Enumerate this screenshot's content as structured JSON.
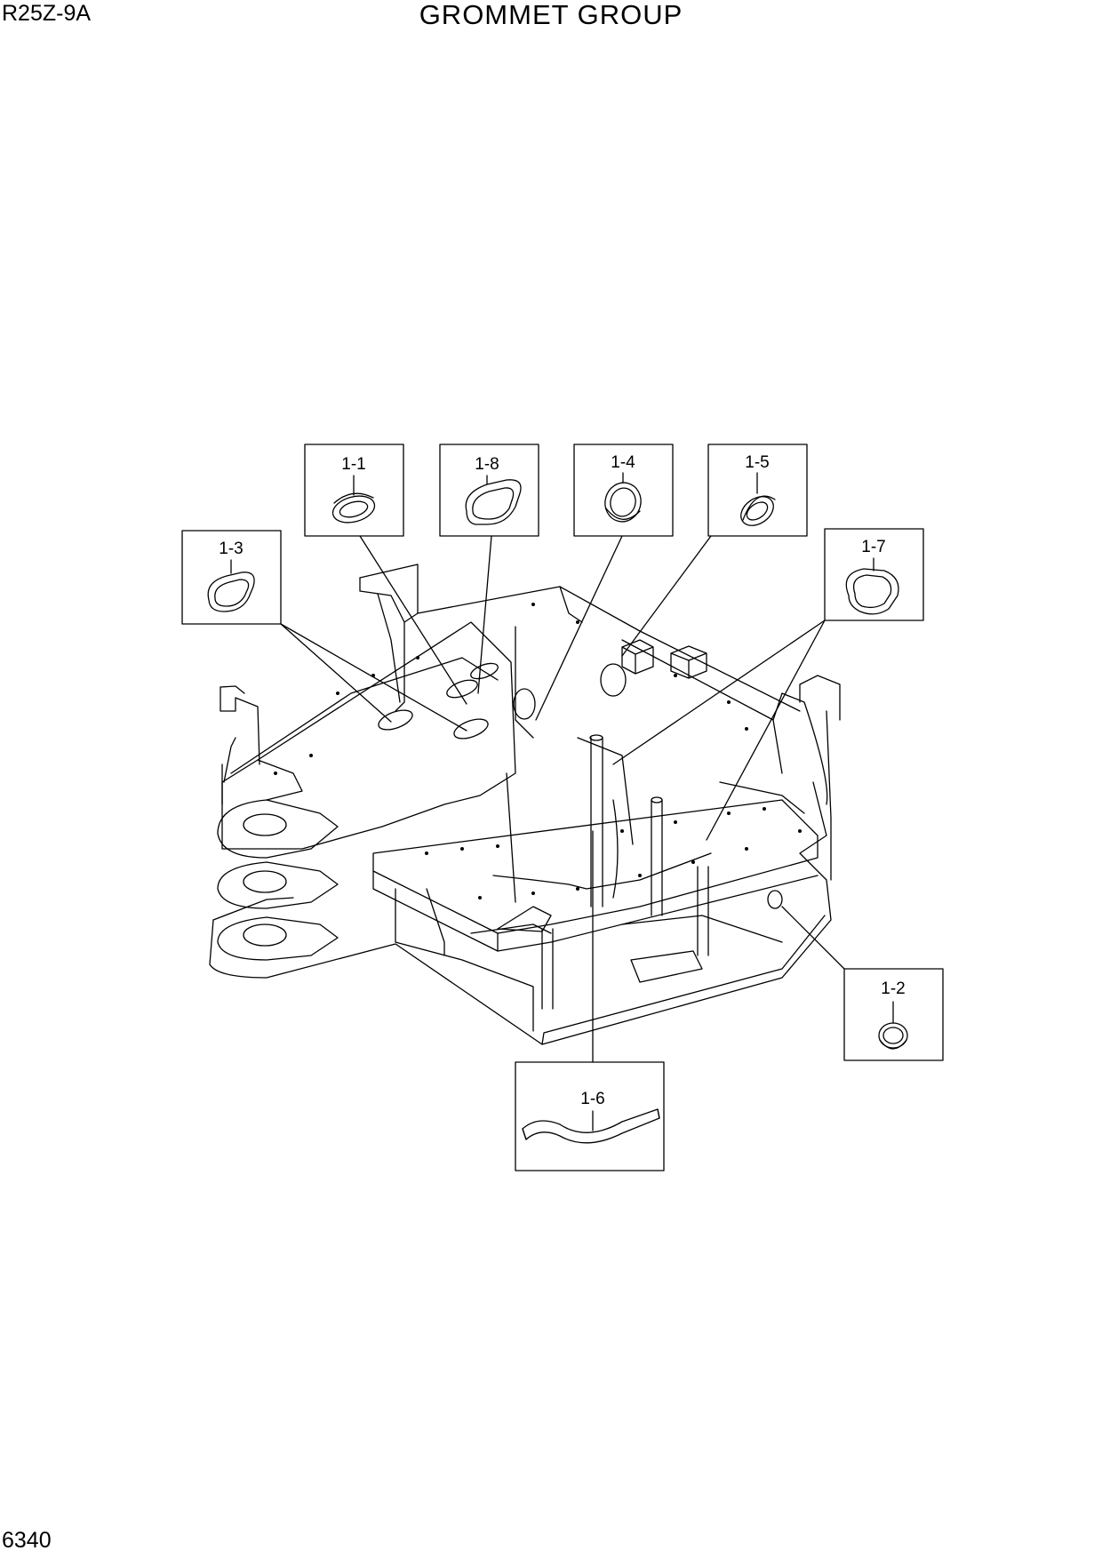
{
  "header": {
    "model": "R25Z-9A",
    "title": "GROMMET GROUP"
  },
  "footer": {
    "page_number": "6340"
  },
  "callouts": [
    {
      "id": "c11",
      "label": "1-1"
    },
    {
      "id": "c18",
      "label": "1-8"
    },
    {
      "id": "c14",
      "label": "1-4"
    },
    {
      "id": "c15",
      "label": "1-5"
    },
    {
      "id": "c13",
      "label": "1-3"
    },
    {
      "id": "c17",
      "label": "1-7"
    },
    {
      "id": "c12",
      "label": "1-2"
    },
    {
      "id": "c16",
      "label": "1-6"
    }
  ]
}
